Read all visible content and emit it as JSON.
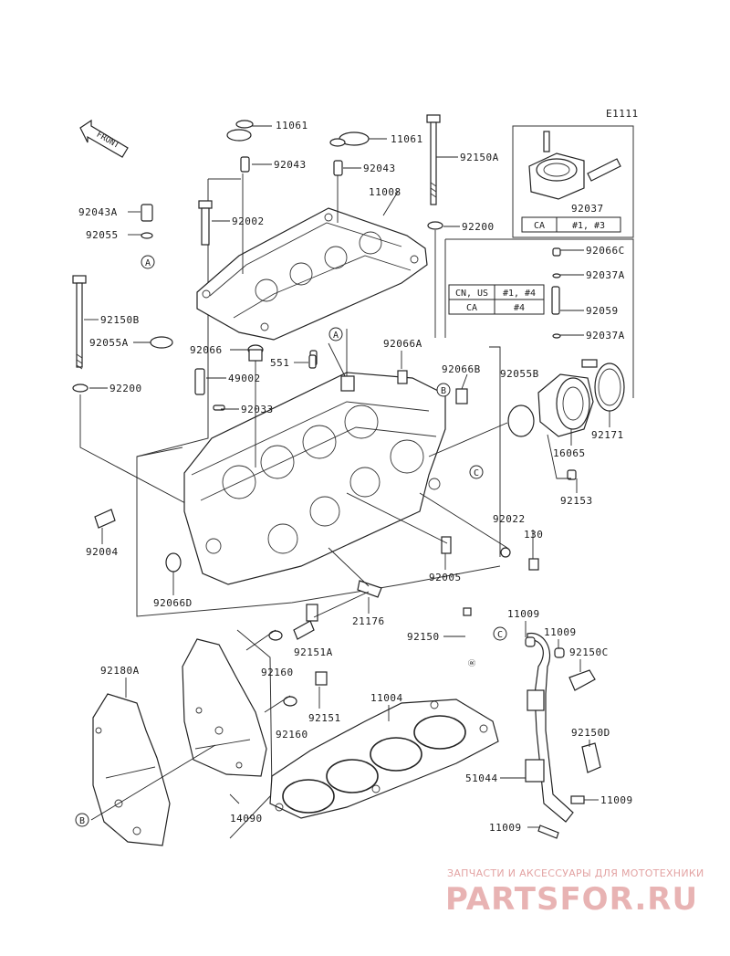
{
  "diagram_code": "E1111",
  "front_label": "FRONT",
  "callouts": {
    "p11061a": "11061",
    "p11061b": "11061",
    "p92043a": "92043",
    "p92043b": "92043",
    "p92150A": "92150A",
    "p92043A": "92043A",
    "p92002": "92002",
    "p11008": "11008",
    "p92055": "92055",
    "p92200a": "92200",
    "p92150B": "92150B",
    "p92055A": "92055A",
    "p92200b": "92200",
    "p92066": "92066",
    "p551": "551",
    "p49002": "49002",
    "p92033": "92033",
    "p92066A": "92066A",
    "p92066B": "92066B",
    "p92055B": "92055B",
    "p92037": "92037",
    "p92066C": "92066C",
    "p92037A_1": "92037A",
    "p92059": "92059",
    "p92037A_2": "92037A",
    "p92171": "92171",
    "p16065": "16065",
    "p92153": "92153",
    "p92022": "92022",
    "p130": "130",
    "p92004": "92004",
    "p92005": "92005",
    "p92066D": "92066D",
    "p21176": "21176",
    "p92150": "92150",
    "p11009a": "11009",
    "p11009b": "11009",
    "p92151A": "92151A",
    "p92150C": "92150C",
    "p92160a": "92160",
    "p92180A": "92180A",
    "p92151": "92151",
    "p11004": "11004",
    "p92160b": "92160",
    "p92150D": "92150D",
    "p51044": "51044",
    "p11009c": "11009",
    "p14090": "14090",
    "p11009d": "11009"
  },
  "ref_bubbles": {
    "A1": "A",
    "A2": "A",
    "B1": "B",
    "B2": "B",
    "C1": "C",
    "C2": "C"
  },
  "table_ca": {
    "col1": "CA",
    "col2": "#1, #3"
  },
  "table_cnus": {
    "r1c1": "CN, US",
    "r1c2": "#1, #4",
    "r2c1": "CA",
    "r2c2": "#4"
  },
  "small_mark": "Ⓡ",
  "watermark": {
    "tagline": "ЗАПЧАСТИ И АКСЕССУАРЫ ДЛЯ МОТОТЕХНИКИ",
    "logo": "PARTSFOR.RU"
  }
}
